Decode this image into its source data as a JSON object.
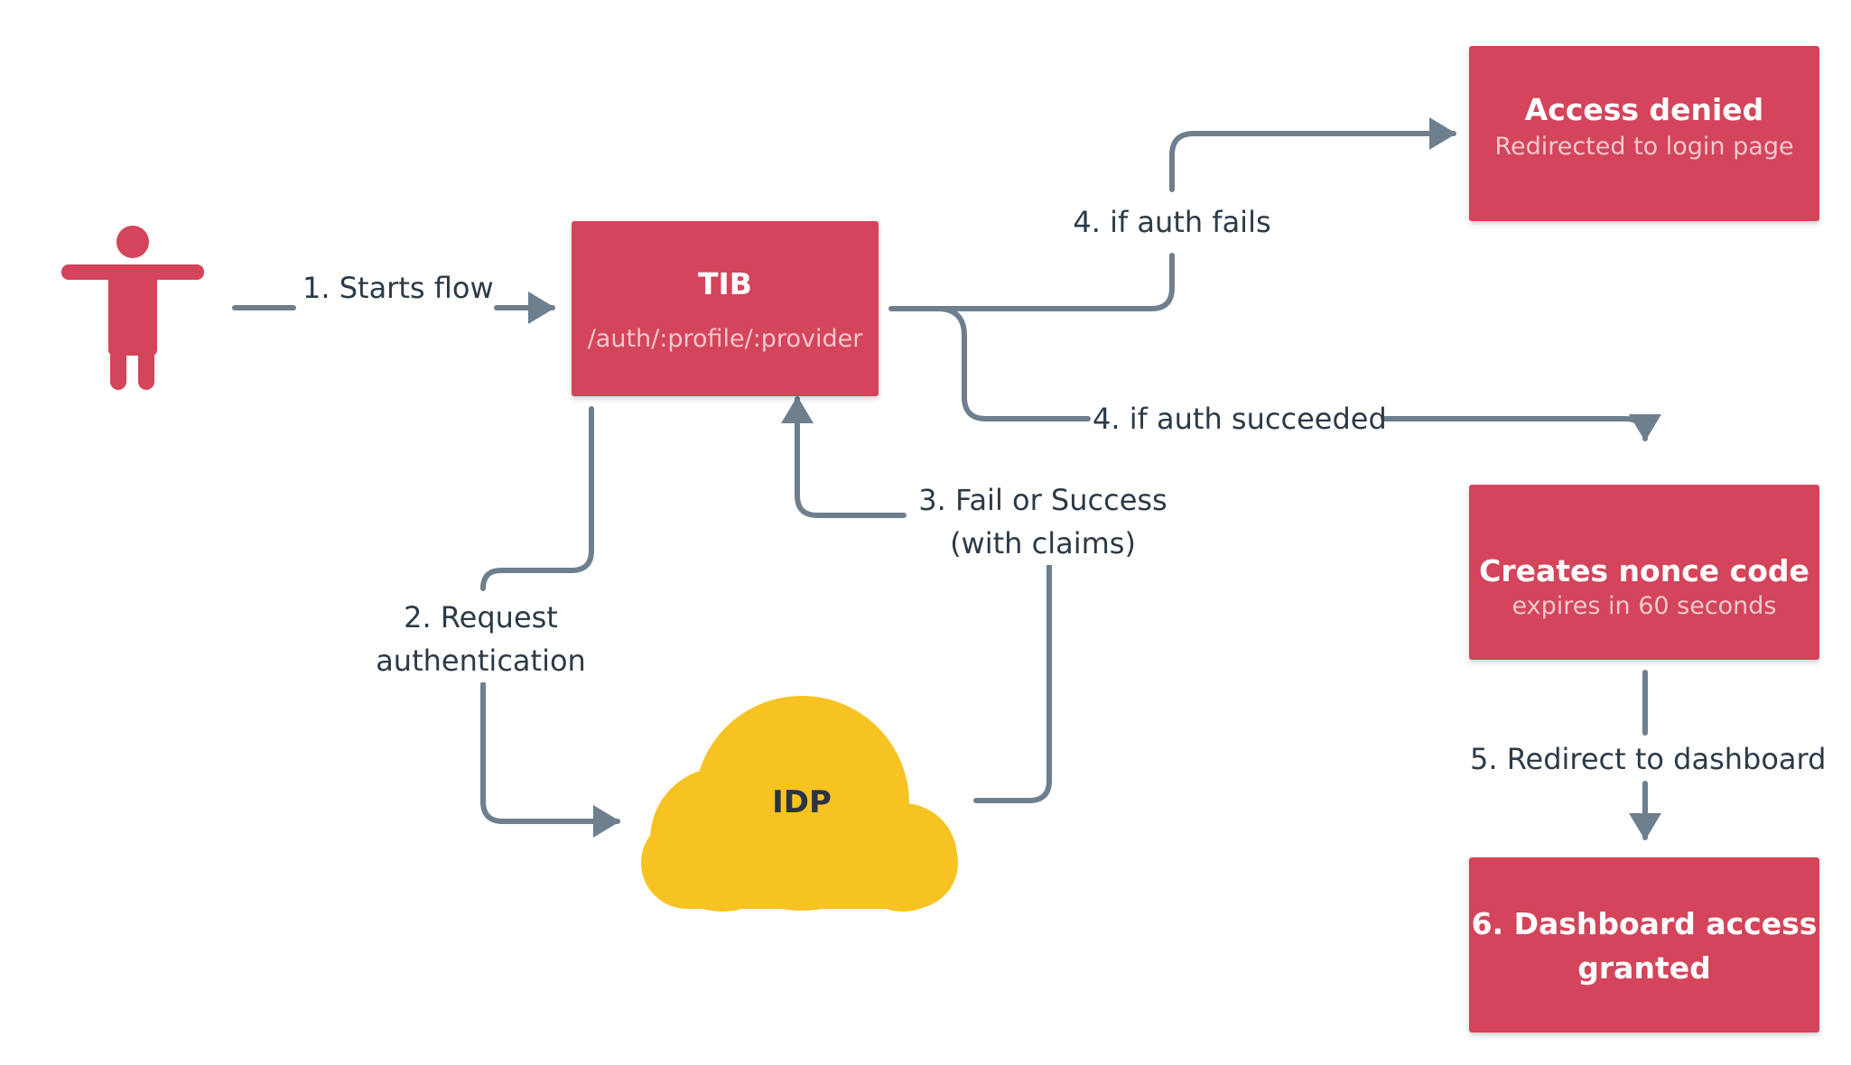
{
  "colors": {
    "box": "#d4445a",
    "cloud": "#f6c322",
    "connector": "#6e7f8e",
    "text": "#2b3a47"
  },
  "actor": {
    "icon": "person-icon"
  },
  "nodes": {
    "tib": {
      "title": "TIB",
      "subtitle": "/auth/:profile/:provider"
    },
    "idp": {
      "title": "IDP",
      "icon": "cloud-icon"
    },
    "access_denied": {
      "title": "Access denied",
      "subtitle": "Redirected to login page"
    },
    "nonce": {
      "title": "Creates nonce code",
      "subtitle": "expires in 60 seconds"
    },
    "dashboard": {
      "title_line1": "6. Dashboard access",
      "title_line2": "granted"
    }
  },
  "edges": {
    "starts_flow": "1. Starts flow",
    "request_auth_line1": "2. Request",
    "request_auth_line2": "authentication",
    "fail_success_line1": "3. Fail or Success",
    "fail_success_line2": "(with claims)",
    "auth_fails": "4. if auth fails",
    "auth_succeeded": "4. if auth succeeded",
    "redirect_dashboard": "5. Redirect to dashboard"
  }
}
